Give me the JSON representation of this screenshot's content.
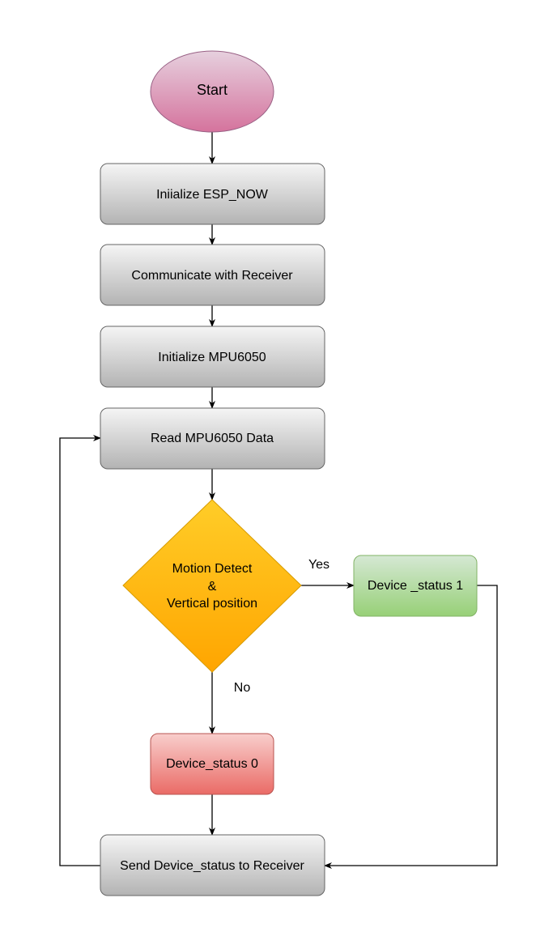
{
  "nodes": {
    "start": "Start",
    "init_espnow": "Iniialize ESP_NOW",
    "communicate": "Communicate with Receiver",
    "init_mpu": "Initialize MPU6050",
    "read_mpu": "Read MPU6050 Data",
    "decision_line1": "Motion Detect",
    "decision_line2": "&",
    "decision_line3": "Vertical position",
    "status_1": "Device _status 1",
    "status_0": "Device_status 0",
    "send": "Send Device_status to Receiver"
  },
  "edges": {
    "yes": "Yes",
    "no": "No"
  },
  "colors": {
    "process_fill_top": "#f5f5f5",
    "process_fill_bottom": "#b3b3b3",
    "process_stroke": "#666666",
    "start_fill_top": "#e6d0de",
    "start_fill_bottom": "#d5739d",
    "start_stroke": "#996185",
    "decision_fill_top": "#ffcd28",
    "decision_fill_bottom": "#ffa500",
    "decision_stroke": "#d79b00",
    "yes_fill_top": "#d5e8d4",
    "yes_fill_bottom": "#97d077",
    "yes_stroke": "#82b366",
    "no_fill_top": "#f8cecc",
    "no_fill_bottom": "#ea6b66",
    "no_stroke": "#b85450"
  }
}
